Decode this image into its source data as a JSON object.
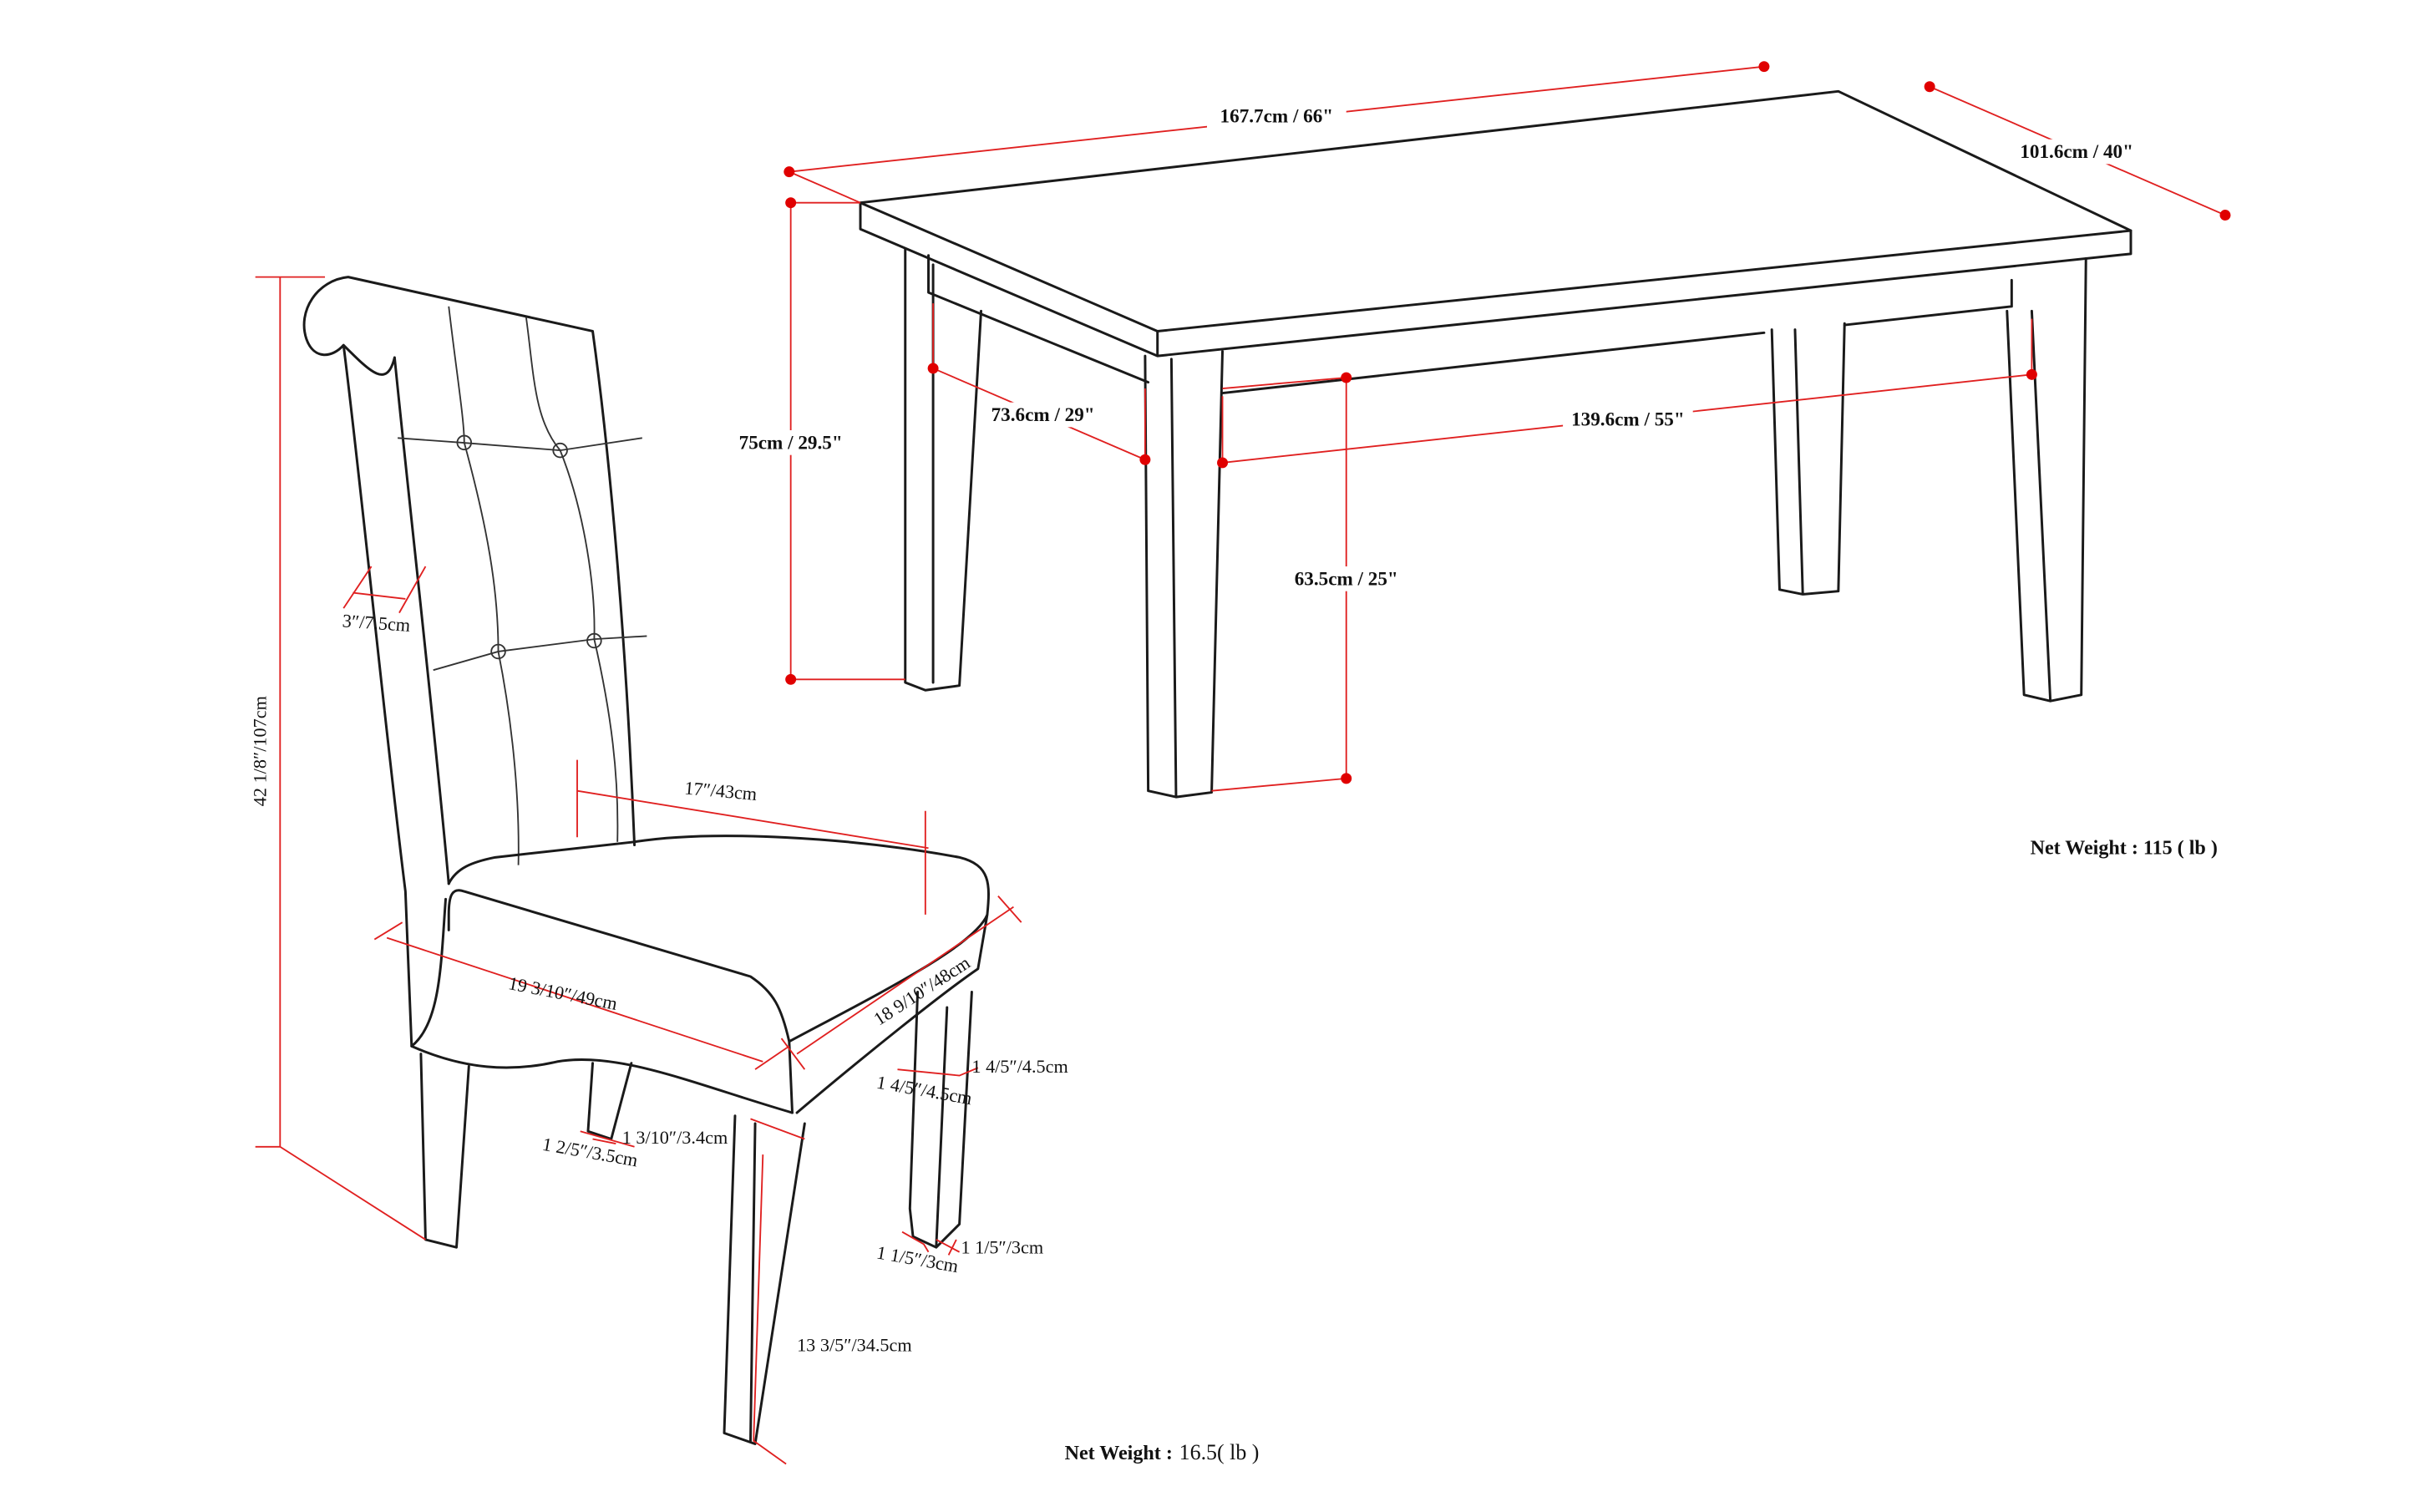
{
  "table": {
    "length": "167.7cm / 66\"",
    "width": "101.6cm / 40\"",
    "height": "75cm / 29.5\"",
    "leg_span_side": "73.6cm / 29\"",
    "leg_span_front": "139.6cm / 55\"",
    "apron_clearance": "63.5cm / 25\"",
    "net_weight": "Net Weight : 115 ( lb )"
  },
  "chair": {
    "height": "42 1/8″/107cm",
    "back_thickness": "3″/7.5cm",
    "seat_depth": "17″/43cm",
    "seat_width": "19 3/10″/49cm",
    "seat_side": "18 9/10″/48cm",
    "leg_top_a": "1 4/5″/4.5cm",
    "leg_top_b": "1 4/5″/4.5cm",
    "front_leg_a": "1 3/10″/3.4cm",
    "front_leg_b": "1 2/5″/3.5cm",
    "leg_bottom_a": "1 1/5″/3cm",
    "leg_bottom_b": "1 1/5″/3cm",
    "leg_height": "13 3/5″/34.5cm",
    "net_weight_label": "Net Weight :",
    "net_weight_value": "16.5( lb )"
  },
  "colors": {
    "dimension": "#e02020",
    "outline": "#1a1a1a"
  }
}
